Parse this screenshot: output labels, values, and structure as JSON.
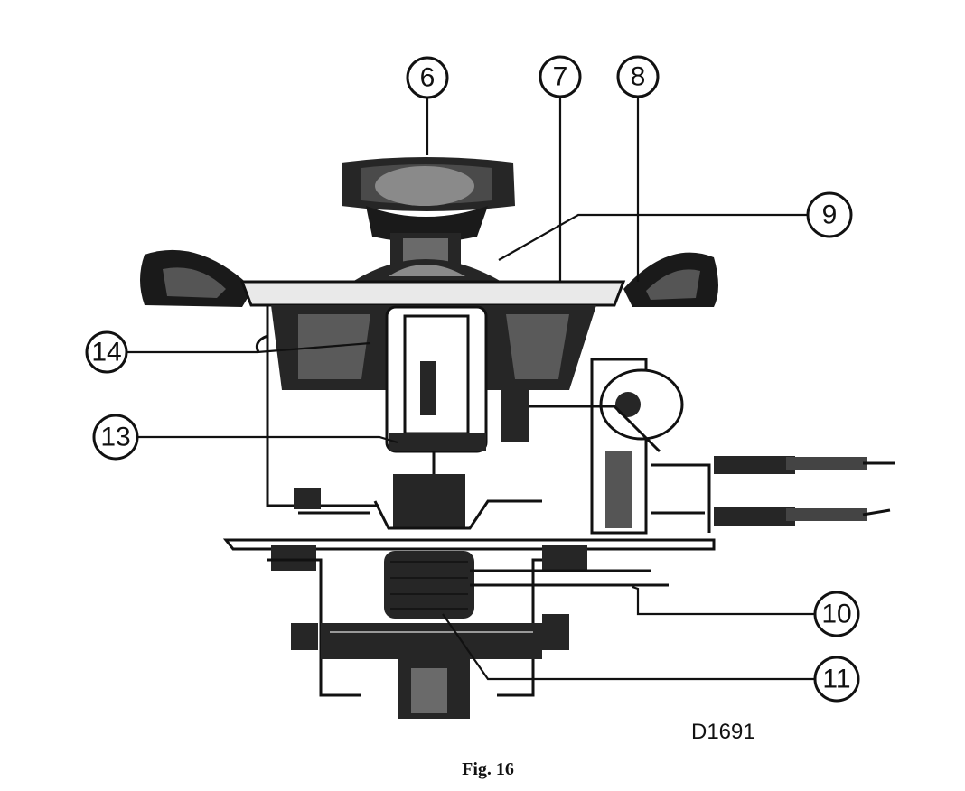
{
  "callouts": [
    {
      "id": "c6",
      "label": "6"
    },
    {
      "id": "c7",
      "label": "7"
    },
    {
      "id": "c8",
      "label": "8"
    },
    {
      "id": "c9",
      "label": "9"
    },
    {
      "id": "c14",
      "label": "14"
    },
    {
      "id": "c13",
      "label": "13"
    },
    {
      "id": "c10",
      "label": "10"
    },
    {
      "id": "c11",
      "label": "11"
    }
  ],
  "drawing_ref": "D1691",
  "caption": "Fig. 16"
}
